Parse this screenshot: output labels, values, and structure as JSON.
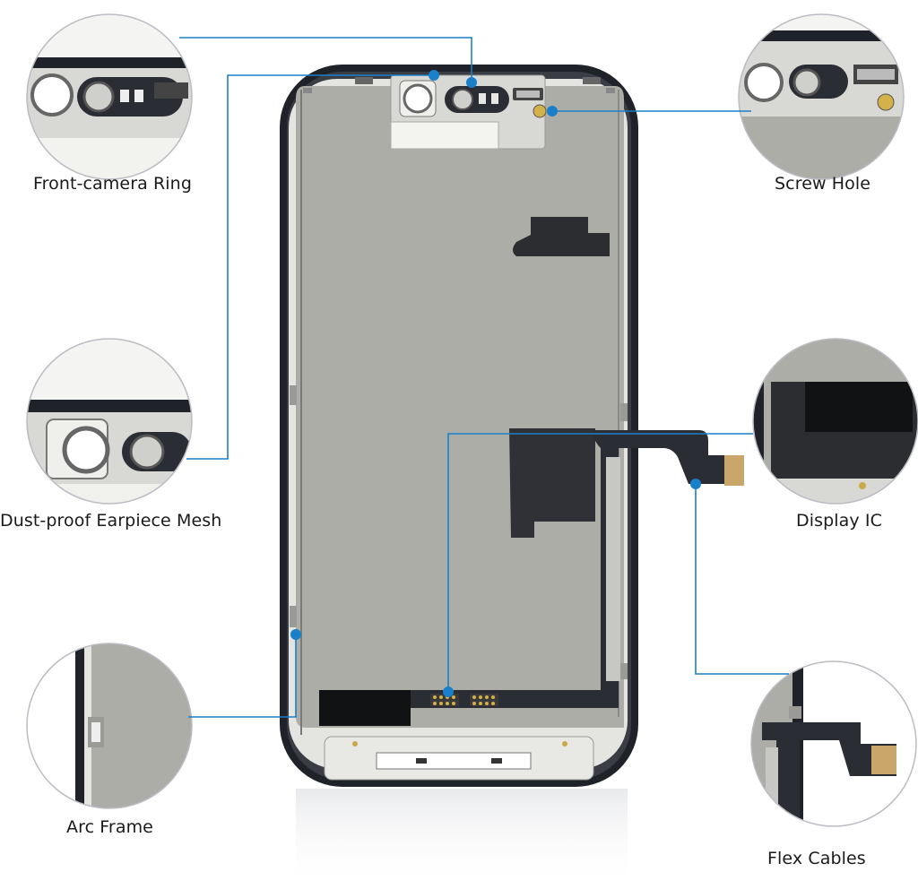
{
  "callouts": {
    "front_camera_ring": "Front-camera Ring",
    "screw_hole": "Screw Hole",
    "dust_proof_earpiece_mesh": "Dust-proof Earpiece Mesh",
    "display_ic": "Display IC",
    "arc_frame": "Arc Frame",
    "flex_cables": "Flex Cables"
  },
  "colors": {
    "leader_line": "#1a7fc9",
    "panel_grey": "#adada8",
    "frame_dark": "#1f2329",
    "flex_black": "#2a2d33",
    "bracket_silver": "#d8d8d4"
  }
}
